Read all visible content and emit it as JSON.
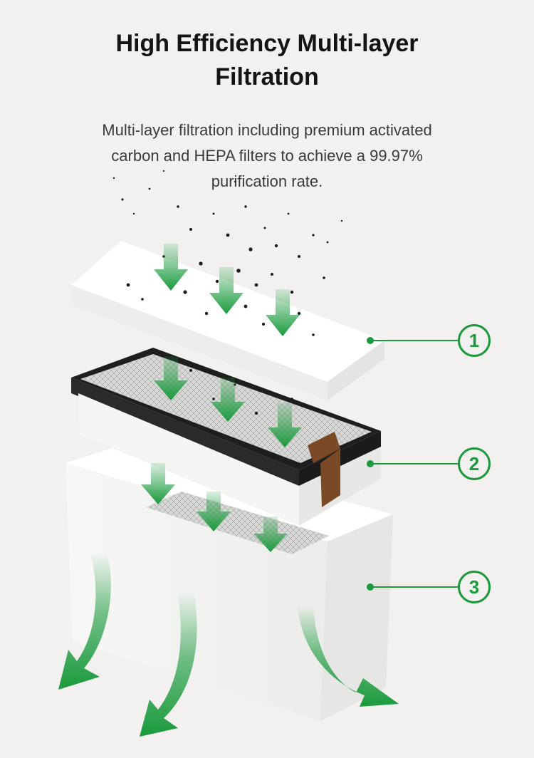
{
  "header": {
    "title_line1": "High Efficiency Multi-layer",
    "title_line2": "Filtration",
    "description_line1": "Multi-layer filtration including premium activated",
    "description_line2": "carbon and HEPA filters to achieve a 99.97%",
    "description_line3": "purification rate."
  },
  "callouts": [
    {
      "label": "1"
    },
    {
      "label": "2"
    },
    {
      "label": "3"
    }
  ],
  "colors": {
    "accent": "#1a9a3c",
    "background": "#f2f1ef",
    "title": "#141414",
    "text": "#3a3a3a"
  },
  "icons": [
    "arrow-down-icon",
    "airflow-arrow-icon"
  ]
}
